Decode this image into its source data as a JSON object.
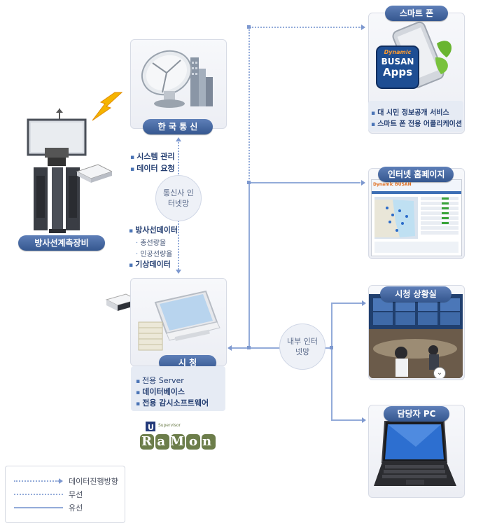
{
  "device": {
    "label": "방사선계측장비"
  },
  "telecom": {
    "label": "한 국 통 신",
    "bullets": [
      "시스템 관리",
      "데이터 요청"
    ]
  },
  "telecom_net": {
    "label": "통신사 인터넷망"
  },
  "data_list": {
    "item1": "방사선데이터",
    "sub1": "총선량율",
    "sub2": "인공선량율",
    "item2": "기상데이터"
  },
  "city": {
    "label": "시 청",
    "bullets": [
      "전용 Server",
      "데이터베이스",
      "전용 감시소프트웨어"
    ]
  },
  "logo": {
    "text": "RaMon",
    "small": "Supervisor"
  },
  "internal_net": {
    "label": "내부 인터넷망"
  },
  "smartphone": {
    "label": "스마트 폰",
    "bullets": [
      "대 시민 정보공개 서비스",
      "스마트 폰 전용 어플리케이션"
    ],
    "app_line1": "Dynamic",
    "app_line2": "BUSAN",
    "app_line3": "Apps"
  },
  "homepage": {
    "label": "인터넷 홈페이지",
    "site_name": "Dynamic BUSAN"
  },
  "control_room": {
    "label": "시청 상황실"
  },
  "pc": {
    "label": "담당자 PC"
  },
  "legend": {
    "items": [
      "데이터진행방향",
      "무선",
      "유선"
    ]
  }
}
